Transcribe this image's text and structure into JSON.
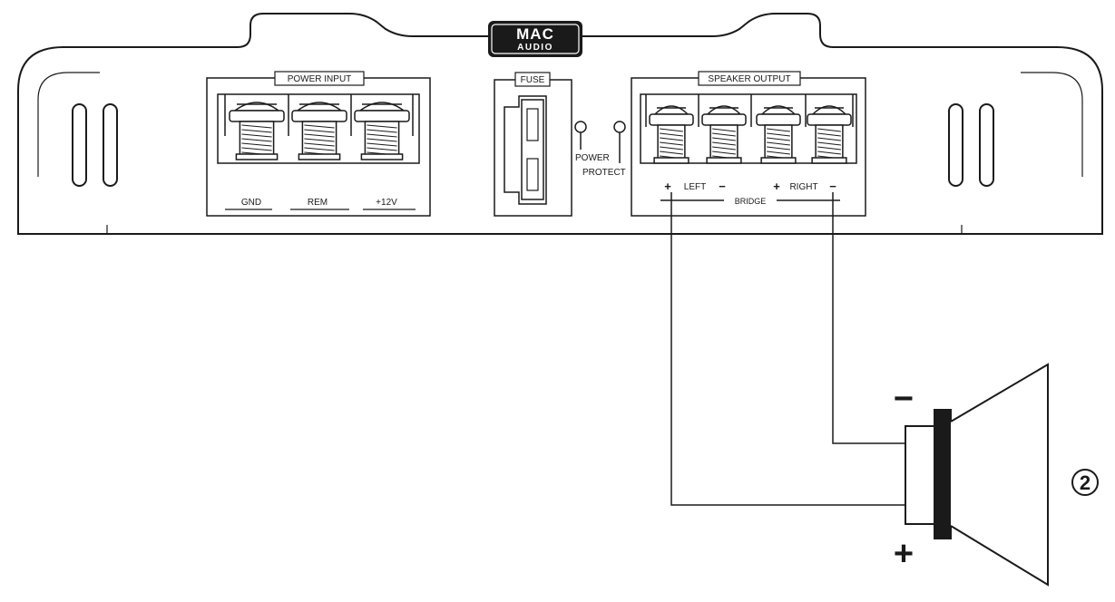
{
  "brand": {
    "line1": "MAC",
    "line2": "AUDIO"
  },
  "power_input": {
    "title": "POWER INPUT",
    "terminals": [
      "GND",
      "REM",
      "+12V"
    ]
  },
  "fuse": {
    "title": "FUSE"
  },
  "indicators": {
    "power": "POWER",
    "protect": "PROTECT"
  },
  "speaker_output": {
    "title": "SPEAKER OUTPUT",
    "left_label": "LEFT",
    "right_label": "RIGHT",
    "bridge_label": "BRIDGE",
    "plus": "+",
    "minus": "−"
  },
  "speaker": {
    "minus": "−",
    "plus": "+"
  },
  "figure_number": "2"
}
